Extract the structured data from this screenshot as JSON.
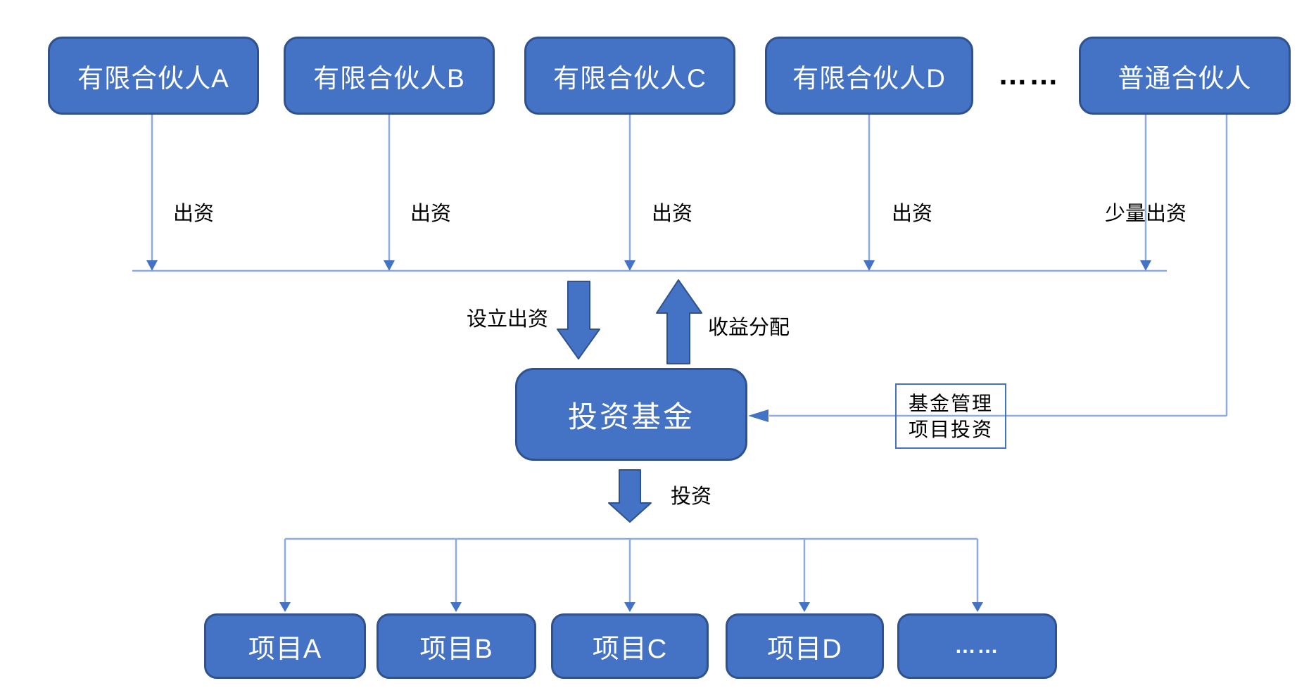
{
  "diagram_title": "fund-structure-diagram",
  "colors": {
    "box_fill": "#4472C4",
    "box_border": "#2F528F",
    "connector": "#8FAADC",
    "arrow": "#4472C4",
    "box_text": "#FFFFFF",
    "label_text": "#000000",
    "annotation_border": "#4472C4",
    "canvas_bg": "#FFFFFF"
  },
  "top_row": {
    "partners": [
      {
        "label": "有限合伙人A"
      },
      {
        "label": "有限合伙人B"
      },
      {
        "label": "有限合伙人C"
      },
      {
        "label": "有限合伙人D"
      }
    ],
    "ellipsis": "……",
    "general_partner": "普通合伙人"
  },
  "contribution_labels": [
    "出资",
    "出资",
    "出资",
    "出资"
  ],
  "gp_contribution_label": "少量出资",
  "fund": {
    "label": "投资基金"
  },
  "flows": {
    "setup": "设立出资",
    "returns": "收益分配",
    "invest": "投资"
  },
  "management_note": {
    "line1": "基金管理",
    "line2": "项目投资"
  },
  "bottom_row": {
    "projects": [
      "项目A",
      "项目B",
      "项目C",
      "项目D"
    ],
    "ellipsis": "……"
  }
}
